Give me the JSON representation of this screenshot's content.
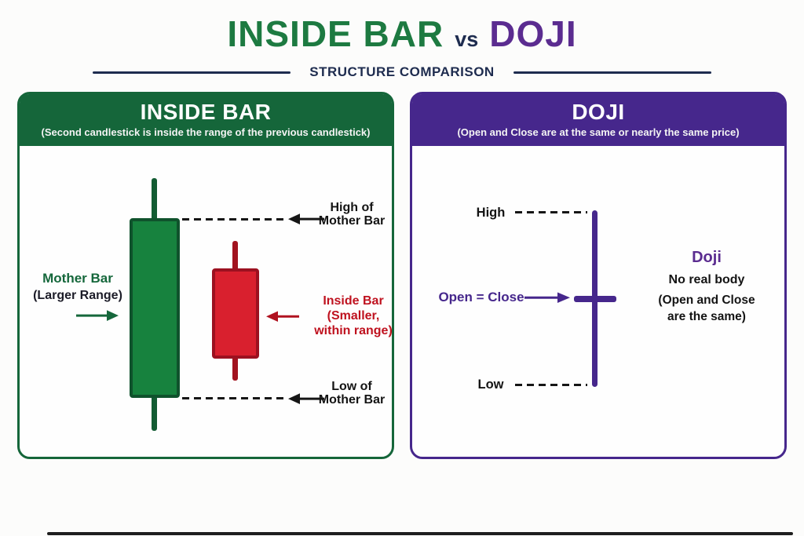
{
  "header": {
    "title_left": "INSIDE BAR",
    "title_mid": "vs",
    "title_right": "DOJI",
    "subtitle": "STRUCTURE COMPARISON"
  },
  "left_panel": {
    "title": "INSIDE BAR",
    "subtitle": "(Second candlestick is inside the range of the previous candlestick)",
    "high_label": {
      "line1": "High of",
      "line2": "Mother Bar"
    },
    "low_label": {
      "line1": "Low of",
      "line2": "Mother Bar"
    },
    "mother_label": {
      "line1": "Mother Bar",
      "line2": "(Larger Range)"
    },
    "inside_label": {
      "line1": "Inside Bar",
      "line2": "(Smaller,",
      "line3": "within range)"
    }
  },
  "right_panel": {
    "title": "DOJI",
    "subtitle": "(Open and Close are at the same or nearly the same price)",
    "high_label": "High",
    "low_label": "Low",
    "open_close_label": "Open = Close",
    "doji_label": "Doji",
    "body_note": "No real body",
    "note_line1": "(Open and Close",
    "note_line2": "are the same)"
  },
  "colors": {
    "green_header": "#15663a",
    "green_title": "#1d7a41",
    "green_candle_fill": "#17823e",
    "green_candle_border": "#0f522c",
    "red_candle_fill": "#d9202e",
    "red_candle_border": "#9c1120",
    "red_text": "#bf121f",
    "purple_header": "#46278c",
    "purple_title": "#5b2c90",
    "navy": "#1e2c4f",
    "ink": "#141414"
  }
}
